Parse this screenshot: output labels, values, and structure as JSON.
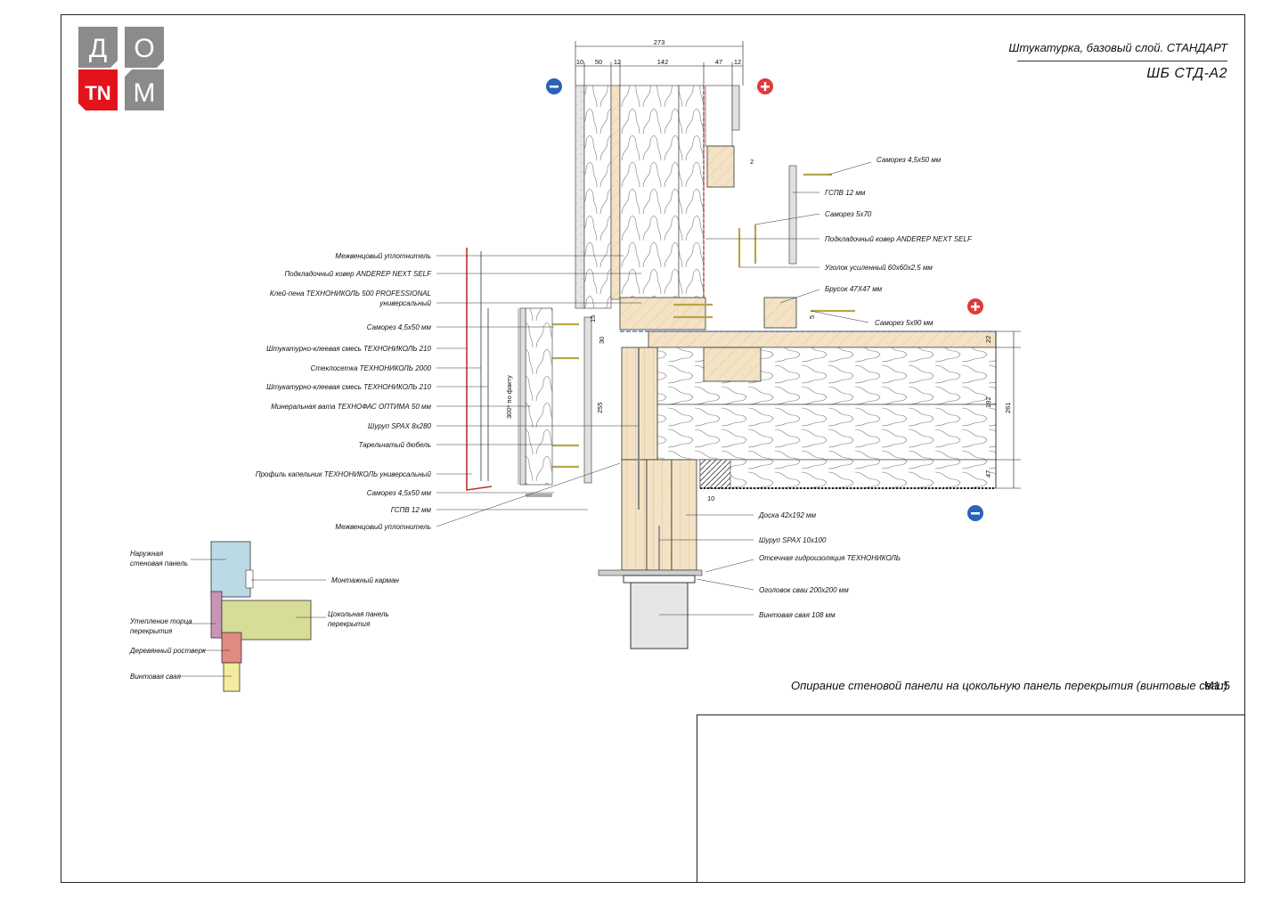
{
  "logo": {
    "letters": [
      "Д",
      "О",
      "М"
    ],
    "mark": "TN"
  },
  "header": {
    "subtitle": "Штукатурка, базовый слой. СТАНДАРТ",
    "code": "ШБ СТД-А2"
  },
  "caption": "Опирание стеновой панели на цокольную панель перекрытия (винтовые сваи)",
  "scale": "М1:5",
  "dims_top": {
    "total": "273",
    "parts": [
      "10",
      "50",
      "12",
      "142",
      "47",
      "12"
    ]
  },
  "dims_misc": {
    "d2": "2",
    "d15": "15",
    "d30": "30",
    "d255": "255",
    "d300": "300* по факту",
    "d5": "5",
    "d10": "10"
  },
  "dims_right": {
    "d22": "22",
    "d192": "192",
    "d47": "47",
    "d261": "261"
  },
  "labels_left": [
    "Межвенцовый уплотнитель",
    "Подкладочный ковер ANDEREP NEXT SELF",
    "Клей-пена ТЕХНОНИКОЛЬ 500 PROFESSIONAL",
    "универсальный",
    "Саморез 4,5х50 мм",
    "Штукатурно-клеевая смесь ТЕХНОНИКОЛЬ 210",
    "Стеклосетка ТЕХНОНИКОЛЬ 2000",
    "Штукатурно-клеевая смесь ТЕХНОНИКОЛЬ 210",
    "Минеральная вата ТЕХНОФАС ОПТИМА 50 мм",
    "Шуруп SPAX 8х280",
    "Тарельчатый дюбель",
    "Профиль капельник ТЕХНОНИКОЛЬ универсальный",
    "Саморез 4,5х50 мм",
    "ГСПВ 12 мм",
    "Межвенцовый уплотнитель"
  ],
  "labels_right": [
    "Саморез 4,5х50 мм",
    "ГСПВ 12 мм",
    "Саморез 5х70",
    "Подкладочный ковер ANDERЕР NEXT SELF",
    "Уголок усиленный 60х60х2,5 мм",
    "Брусок 47Х47 мм",
    "Саморез 5х90 мм",
    "Доска 42х192 мм",
    "Шуруп SPAX 10х100",
    "Отсечная гидроизоляция ТЕХНОНИКОЛЬ",
    "Оголовок сваи 200х200 мм",
    "Винтовая свая 108 мм"
  ],
  "legend": [
    "Наружная",
    "стеновая панель",
    "Монтажный карман",
    "Цокольная панель",
    "перекрытия",
    "Утепление торца",
    "перекрытия",
    "Деревянный ростверк",
    "Винтовая свая"
  ],
  "colors": {
    "wood": "#f3e2c4",
    "legend_blue": "#bcd9e6",
    "legend_green": "#d7dd97",
    "legend_pink": "#c995b7",
    "legend_red": "#e18a80",
    "legend_yellow": "#f3ec9c",
    "logo_grey": "#8b8b8b",
    "logo_red": "#e3131b"
  }
}
